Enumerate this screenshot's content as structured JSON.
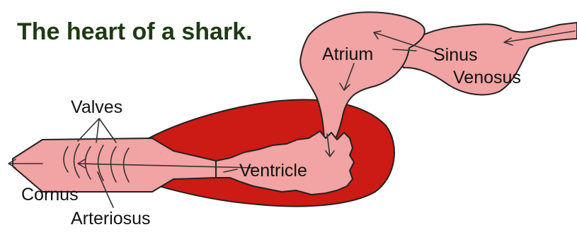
{
  "title": "The heart of a shark.",
  "labels": {
    "atrium": "Atrium",
    "sinus_line1": "Sinus",
    "sinus_line2": "Venosus",
    "valves": "Valves",
    "ventricle": "Ventricle",
    "cornus_line1": "Cornus",
    "cornus_line2": "Arteriosus"
  },
  "colors": {
    "chamber_fill": "#f2a3a3",
    "muscle_fill": "#cc1a14",
    "title_text": "#1f3a14",
    "outline": "#222222"
  }
}
